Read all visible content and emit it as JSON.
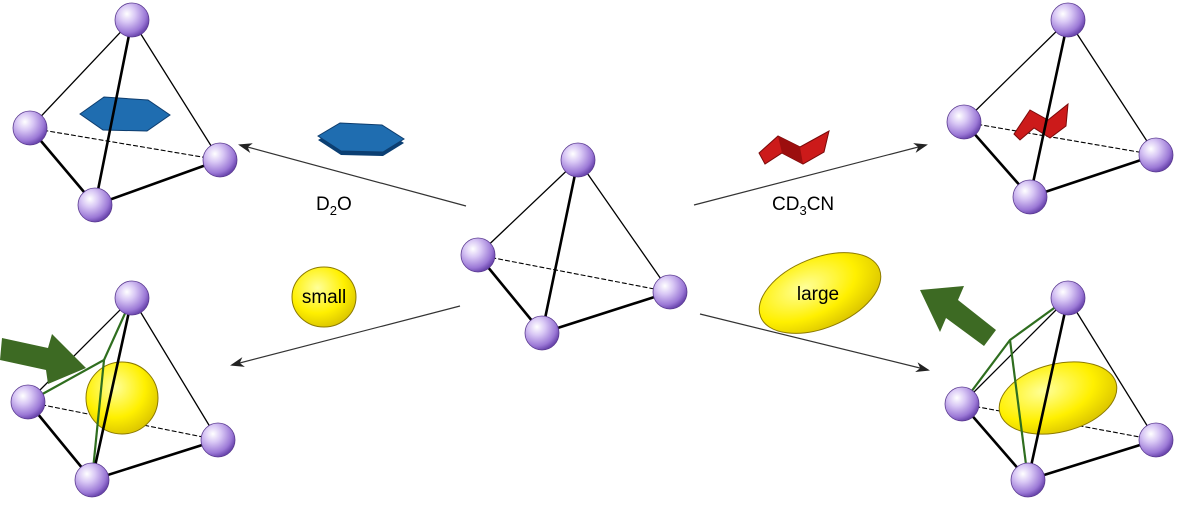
{
  "reactions": {
    "top_left_solvent": {
      "base": "D",
      "sub": "2",
      "rest": "O"
    },
    "top_right_solvent": {
      "base": "CD",
      "sub": "3",
      "rest": "CN"
    },
    "small_guest_label": "small",
    "large_guest_label": "large"
  },
  "colors": {
    "vertex_sphere": "#b79be0",
    "hexagon_guest": "#1f6db0",
    "bent_guest": "#cc1a1a",
    "ellipsoid_guest": "#ffef00",
    "distortion_arrow": "#3d6a23",
    "cage_edge": "#000000"
  },
  "icons": {
    "vertex": "purple-sphere",
    "planar_guest": "blue-hexagon",
    "nonplanar_guest": "red-bent-plane",
    "guest_blob": "yellow-ellipsoid",
    "distortion": "green-block-arrow"
  }
}
